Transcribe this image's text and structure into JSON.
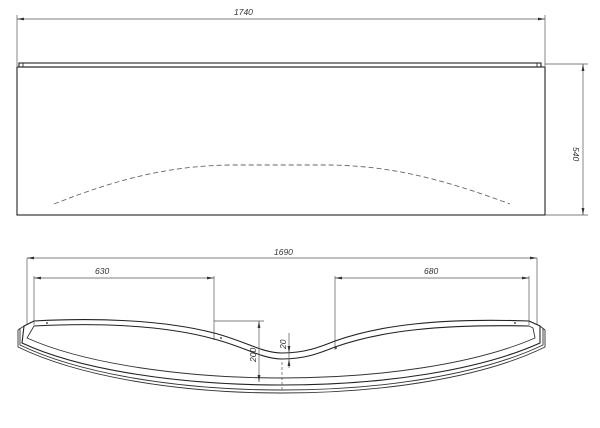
{
  "drawing": {
    "type": "technical-drawing",
    "subject": "bathtub front panel",
    "front_view": {
      "width_dimension": "1740",
      "height_dimension": "540"
    },
    "top_view": {
      "overall_width_dimension": "1690",
      "left_span_dimension": "630",
      "right_span_dimension": "680",
      "depth_dimension": "200",
      "thickness_dimension": "20"
    },
    "colors": {
      "line": "#222222",
      "dimension_line": "#555555",
      "hidden_line": "#666666",
      "background": "#ffffff"
    }
  }
}
